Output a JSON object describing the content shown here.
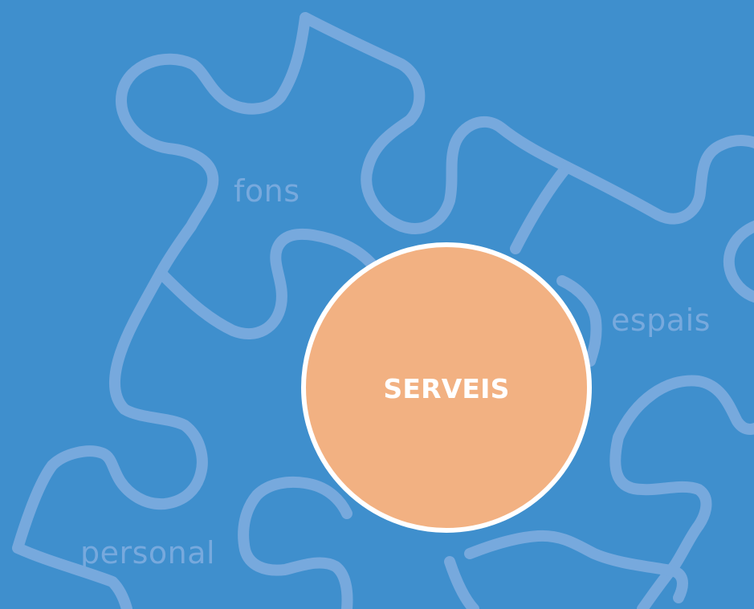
{
  "labels": {
    "fons": "fons",
    "espais": "espais",
    "personal": "personal"
  },
  "center": {
    "title": "SERVEIS"
  },
  "colors": {
    "background": "#3f8fcd",
    "puzzle_outline": "#77a9dd",
    "center_fill": "#f2b182",
    "center_border": "#ffffff",
    "center_text": "#ffffff"
  }
}
